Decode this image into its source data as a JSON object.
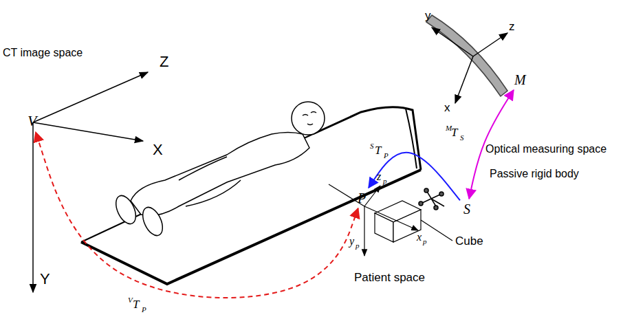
{
  "diagram": {
    "nodes": [
      {
        "text": [
          "V"
        ]
      },
      {
        "text": [
          "M"
        ]
      },
      {
        "text": [
          "S"
        ]
      },
      {
        "text": [
          "P"
        ]
      }
    ],
    "edges": [
      {
        "from": 1,
        "to": 2,
        "arrow": "both"
      },
      {
        "from": 2,
        "to": 3,
        "arrow": "to"
      },
      {
        "from": 3,
        "to": 0,
        "arrow": "both"
      }
    ],
    "labels": [
      "CT image space",
      "Z",
      "X",
      "Y",
      "y",
      "z",
      "x",
      "M",
      "T",
      "S",
      "Optical measuring space",
      "Passive rigid body",
      "S",
      "T",
      "P",
      "z",
      "p",
      "x",
      "p",
      "y",
      "p",
      "Cube",
      "Patient space",
      "V",
      "T",
      "P"
    ]
  }
}
